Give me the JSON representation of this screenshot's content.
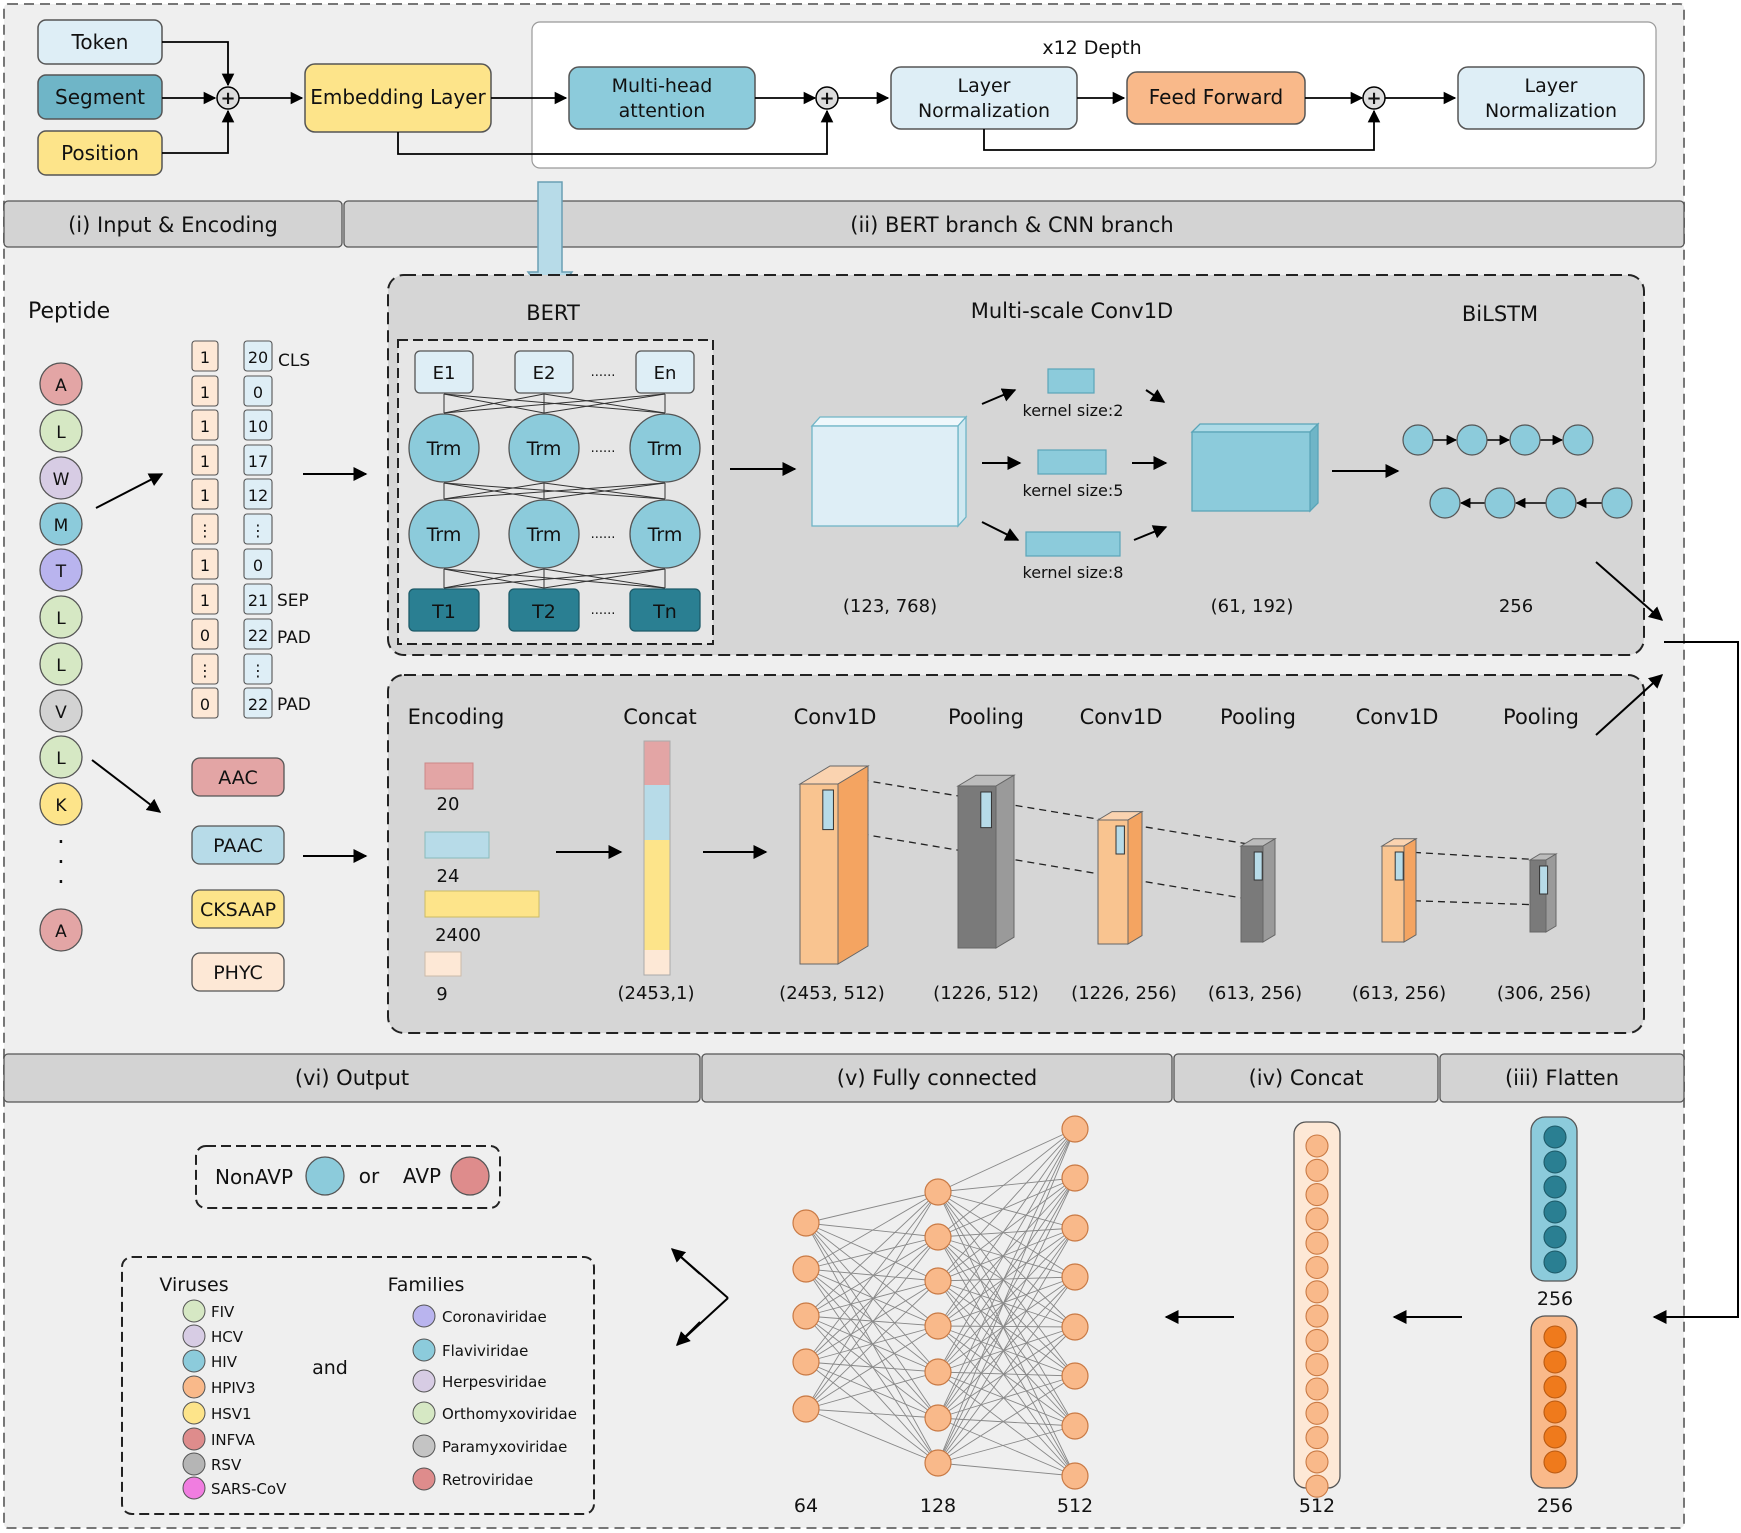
{
  "top": {
    "inputs": [
      "Token",
      "Segment",
      "Position"
    ],
    "embedding": "Embedding Layer",
    "depth": "x12 Depth",
    "mha": [
      "Multi-head",
      "attention"
    ],
    "ln": [
      "Layer",
      "Normalization"
    ],
    "ff": "Feed Forward"
  },
  "bars": {
    "s1": "(i) Input & Encoding",
    "s2": "(ii) BERT branch & CNN branch",
    "s6": "(vi) Output",
    "s5": "(v) Fully connected",
    "s4": "(iv) Concat",
    "s3": "(iii) Flatten"
  },
  "peptide": {
    "title": "Peptide",
    "residues": [
      "A",
      "L",
      "W",
      "M",
      "T",
      "L",
      "L",
      "V",
      "L",
      "K"
    ],
    "last": "A",
    "ellipsis": "·"
  },
  "tokens": {
    "segment": [
      "1",
      "1",
      "1",
      "1",
      "1",
      "⋮",
      "1",
      "1",
      "0",
      "⋮",
      "0"
    ],
    "ids": [
      "20",
      "0",
      "10",
      "17",
      "12",
      "⋮",
      "0",
      "21",
      "22",
      "⋮",
      "22"
    ],
    "tags": [
      "CLS",
      "SEP",
      "PAD",
      "PAD"
    ]
  },
  "features": [
    "AAC",
    "PAAC",
    "CKSAAP",
    "PHYC"
  ],
  "bert": {
    "title": "BERT",
    "emb": [
      "E1",
      "E2",
      "En"
    ],
    "trm": "Trm",
    "out": [
      "T1",
      "T2",
      "Tn"
    ],
    "dots": "......"
  },
  "conv": {
    "title": "Multi-scale Conv1D",
    "kernels": [
      "kernel size:2",
      "kernel size:5",
      "kernel size:8"
    ],
    "in_shape": "(123,   768)",
    "out_shape": "(61,   192)"
  },
  "bilstm": {
    "title": "BiLSTM",
    "dim": "256"
  },
  "cnn": {
    "encoding": "Encoding",
    "enc_dims": [
      "20",
      "24",
      "2400",
      "9"
    ],
    "concat": "Concat",
    "concat_shape": "(2453,1)",
    "layers": [
      "Conv1D",
      "Pooling",
      "Conv1D",
      "Pooling",
      "Conv1D",
      "Pooling"
    ],
    "shapes": [
      "(2453,   512)",
      "(1226,   512)",
      "(1226,   256)",
      "(613,   256)",
      "(613,   256)",
      "(306,   256)"
    ]
  },
  "output": {
    "nonavp": "NonAVP",
    "or": "or",
    "avp": "AVP",
    "viruses_title": "Viruses",
    "viruses": [
      "FIV",
      "HCV",
      "HIV",
      "HPIV3",
      "HSV1",
      "INFVA",
      "RSV",
      "SARS-CoV"
    ],
    "and": "and",
    "families_title": "Families",
    "families": [
      "Coronaviridae",
      "Flaviviridae",
      "Herpesviridae",
      "Orthomyxoviridae",
      "Paramyxoviridae",
      "Retroviridae"
    ]
  },
  "fc": {
    "dims": [
      "64",
      "128",
      "512"
    ]
  },
  "concat_dim": "512",
  "flatten_dims": [
    "256",
    "256"
  ],
  "colors": {
    "light_blue": "#deeef6",
    "mid_blue": "#8ccbdb",
    "teal_dark": "#2a7f92",
    "yellow": "#fde48a",
    "orange": "#f9b98a",
    "conv_orange": "#f4a461",
    "grey_panel": "#d9d9d9",
    "bar_grey": "#d3d3d3",
    "pink": "#e3a5a5"
  }
}
